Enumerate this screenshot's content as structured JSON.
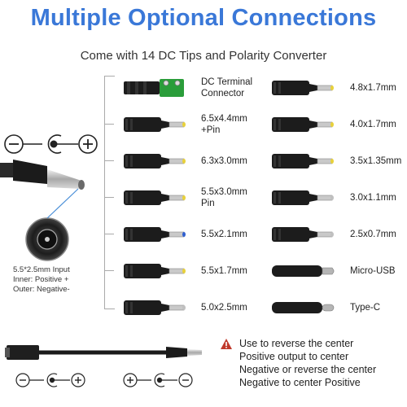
{
  "header": {
    "title": "Multiple Optional Connections",
    "subtitle": "Come with 14 DC Tips and Polarity Converter"
  },
  "plug": {
    "spec": "5.5*2.5mm Input",
    "inner": "Inner: Positive +",
    "outer": "Outer: Negative-"
  },
  "tips_left": [
    {
      "label_1": "DC Terminal",
      "label_2": "Connector",
      "tip_color": "#2a9d3a",
      "kind": "terminal"
    },
    {
      "label_1": "6.5x4.4mm",
      "label_2": "+Pin",
      "tip_color": "#e8d13a",
      "kind": "barrel"
    },
    {
      "label_1": "6.3x3.0mm",
      "label_2": "",
      "tip_color": "#e8d13a",
      "kind": "barrel"
    },
    {
      "label_1": "5.5x3.0mm",
      "label_2": "Pin",
      "tip_color": "#e8d13a",
      "kind": "barrel"
    },
    {
      "label_1": "5.5x2.1mm",
      "label_2": "",
      "tip_color": "#2f5fd0",
      "kind": "barrel"
    },
    {
      "label_1": "5.5x1.7mm",
      "label_2": "",
      "tip_color": "#e8d13a",
      "kind": "barrel"
    },
    {
      "label_1": "5.0x2.5mm",
      "label_2": "",
      "tip_color": "#c0c0c0",
      "kind": "barrel"
    }
  ],
  "tips_right": [
    {
      "label_1": "4.8x1.7mm",
      "tip_color": "#e8d13a",
      "kind": "barrel"
    },
    {
      "label_1": "4.0x1.7mm",
      "tip_color": "#e8d13a",
      "kind": "barrel"
    },
    {
      "label_1": "3.5x1.35mm",
      "tip_color": "#e8d13a",
      "kind": "barrel"
    },
    {
      "label_1": "3.0x1.1mm",
      "tip_color": "#c0c0c0",
      "kind": "barrel"
    },
    {
      "label_1": "2.5x0.7mm",
      "tip_color": "#c0c0c0",
      "kind": "barrel"
    },
    {
      "label_1": "Micro-USB",
      "tip_color": "#9a9a9a",
      "kind": "micro"
    },
    {
      "label_1": "Type-C",
      "tip_color": "#9a9a9a",
      "kind": "typec"
    }
  ],
  "converter_note": {
    "line_1": "Use to reverse the center",
    "line_2": "Positive output to center",
    "line_3": "Negative or reverse the center",
    "line_4": "Negative to center Positive"
  },
  "colors": {
    "title": "#3a78d8",
    "warning": "#c0392b"
  },
  "icons": [
    "polarity-symbol-icon",
    "warning-icon"
  ]
}
